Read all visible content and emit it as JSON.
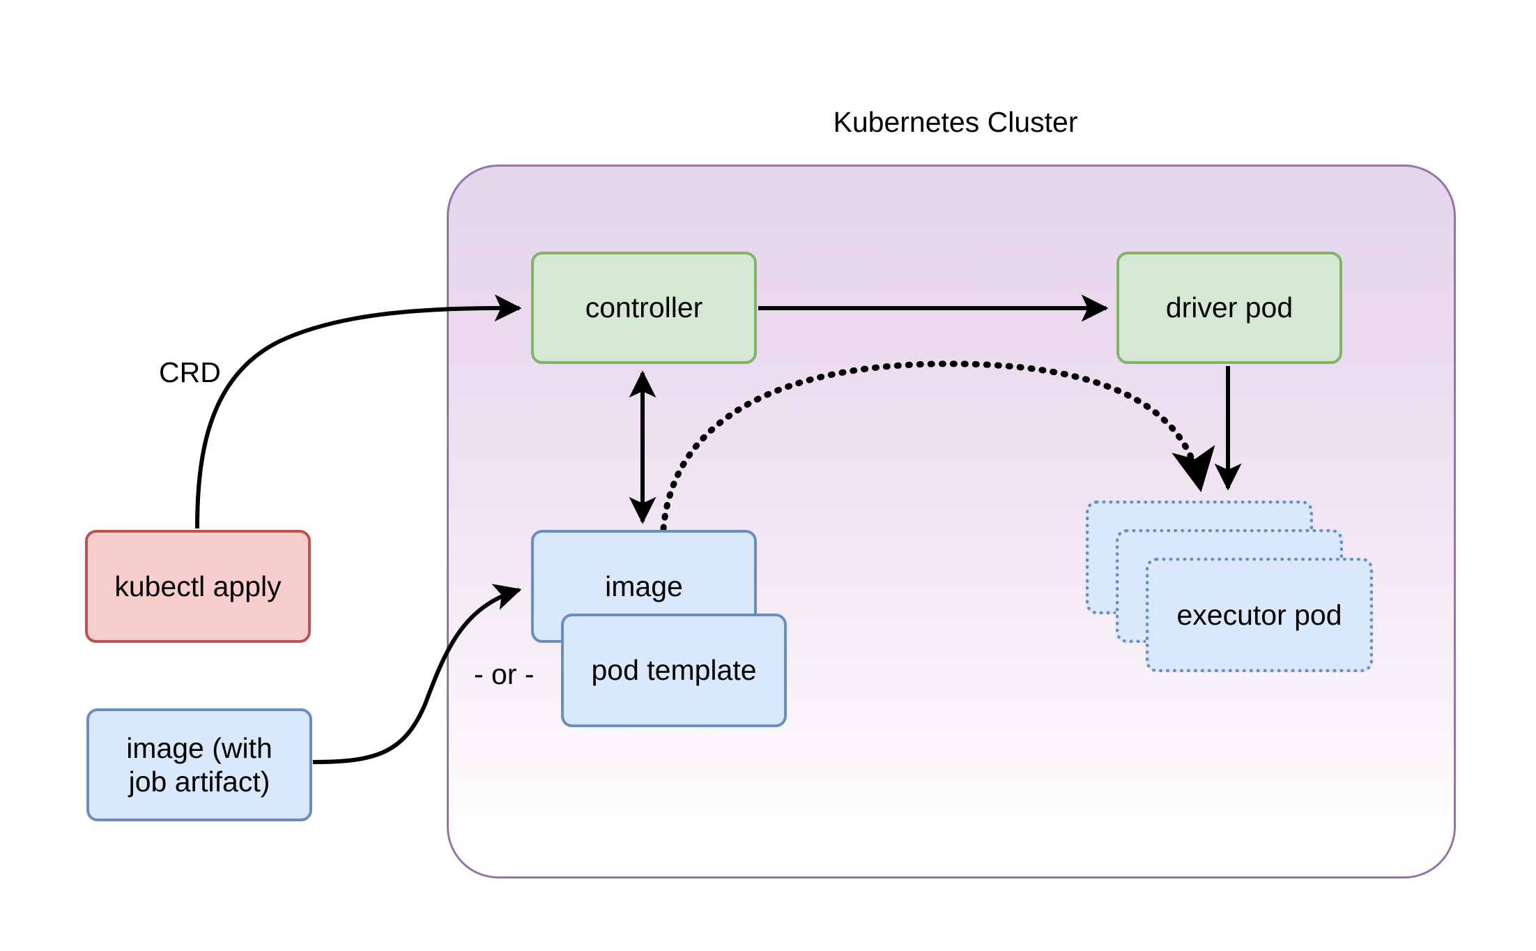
{
  "diagram": {
    "title": "Kubernetes Cluster",
    "type": "architecture-flow",
    "colors": {
      "cluster_border": "#9673a6",
      "cluster_fill_top": "#e4d5ea",
      "cluster_fill_bottom": "#ffffff",
      "green_fill": "#d5e8d4",
      "green_border": "#82b366",
      "red_fill": "#f8cecc",
      "red_border": "#b85450",
      "blue_fill": "#dae8fc",
      "blue_border": "#6c8ebf",
      "edge_stroke": "#000000",
      "background": "#ffffff"
    },
    "nodes": {
      "controller": {
        "label": "controller",
        "style": "green"
      },
      "driver_pod": {
        "label": "driver pod",
        "style": "green"
      },
      "kubectl_apply": {
        "label": "kubectl apply",
        "style": "red"
      },
      "image_with_job_artifact": {
        "label": "image (with\njob artifact)",
        "style": "blue"
      },
      "image": {
        "label": "image",
        "style": "blue"
      },
      "pod_template": {
        "label": "pod template",
        "style": "blue"
      },
      "executor_pod_1": {
        "label": "executor pod",
        "style": "blue-dotted"
      },
      "executor_pod_2": {
        "label": "executor pod",
        "style": "blue-dotted"
      },
      "executor_pod_3": {
        "label": "executor pod",
        "style": "blue-dotted"
      }
    },
    "edge_labels": {
      "crd": "CRD",
      "or": "- or -"
    },
    "edges": [
      {
        "from": "kubectl_apply",
        "to": "controller",
        "label": "CRD",
        "style": "solid-curve",
        "arrow": "single"
      },
      {
        "from": "controller",
        "to": "driver_pod",
        "label": "",
        "style": "solid-straight",
        "arrow": "single"
      },
      {
        "from": "controller",
        "to": "image",
        "label": "",
        "style": "solid-straight",
        "arrow": "double"
      },
      {
        "from": "image_with_job_artifact",
        "to": "image",
        "label": "",
        "style": "solid-curve",
        "arrow": "single"
      },
      {
        "from": "image",
        "to": "executor_pod_1",
        "label": "",
        "style": "dotted-arc",
        "arrow": "single"
      },
      {
        "from": "driver_pod",
        "to": "executor_pod_1",
        "label": "",
        "style": "solid-straight",
        "arrow": "single"
      }
    ]
  }
}
